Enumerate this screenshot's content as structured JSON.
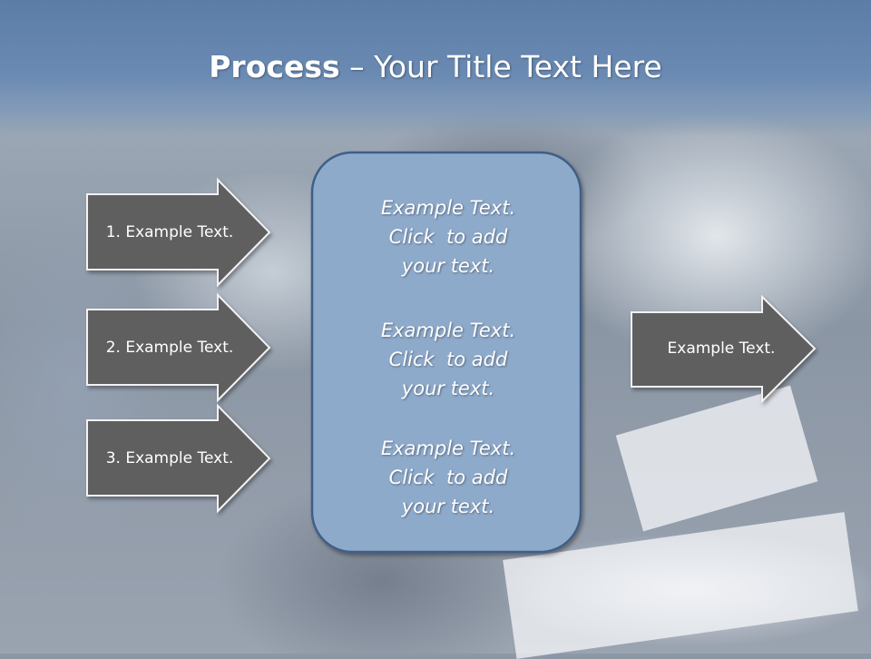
{
  "slide": {
    "title_bold": "Process",
    "title_rest": " – Your Title Text Here"
  },
  "inputs": [
    {
      "label": "1. Example Text."
    },
    {
      "label": "2. Example Text."
    },
    {
      "label": "3. Example Text."
    }
  ],
  "center": {
    "blocks": [
      {
        "line1": "Example Text.",
        "line2": "Click  to add",
        "line3": "your text."
      },
      {
        "line1": "Example Text.",
        "line2": "Click  to add",
        "line3": "your text."
      },
      {
        "line1": "Example Text.",
        "line2": "Click  to add",
        "line3": "your text."
      }
    ]
  },
  "output": {
    "label": "Example Text."
  },
  "colors": {
    "header": "#5c7da6",
    "arrow_fill": "#5f5f5f",
    "arrow_stroke": "#f2f2f2",
    "center_fill": "#8eaacb",
    "center_stroke": "#3f5e86"
  }
}
